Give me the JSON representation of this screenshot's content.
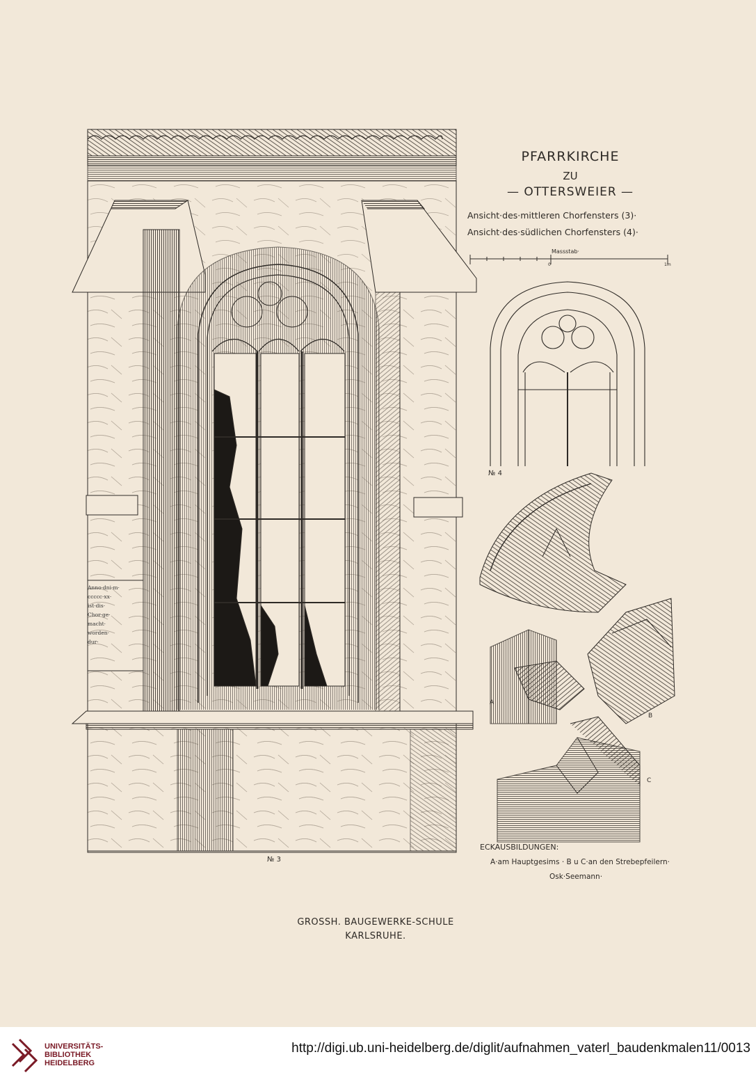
{
  "plate": {
    "title": "PFARRKIRCHE",
    "zu": "ZU",
    "place": "— OTTERSWEIER —",
    "view_3": "Ansicht·des·mittleren Chorfensters (3)·",
    "view_4": "Ansicht·des·südlichen Chorfensters (4)·",
    "scale_label": "Massstab·",
    "scale_zero": "0",
    "scale_one": "1m",
    "fig_no4": "№ 4",
    "fig_no3": "№ 3",
    "detail_a": "A",
    "detail_b": "B",
    "detail_c": "C",
    "corner_title": "ECKAUSBILDUNGEN:",
    "corner_desc": "A·am Hauptgesims · B u C·an den Strebepfeilern·",
    "author": "Osk·Seemann·",
    "school": "GROSSH. BAUGEWERKE-SCHULE",
    "city": "KARLSRUHE."
  },
  "inscription": [
    "Anno·dni·m·",
    "ccccc·xx·",
    "ist·dis·",
    "Chor·ge·",
    "macht·",
    "worden·",
    "dur·"
  ],
  "footer": {
    "library": [
      "UNIVERSITÄTS-",
      "BIBLIOTHEK",
      "HEIDELBERG"
    ],
    "url": "http://digi.ub.uni-heidelberg.de/diglit/aufnahmen_vaterl_baudenkmalen11/0013"
  },
  "colors": {
    "paper": "#f2e8d9",
    "ink": "#2e2a26",
    "logo": "#7a1a26"
  }
}
